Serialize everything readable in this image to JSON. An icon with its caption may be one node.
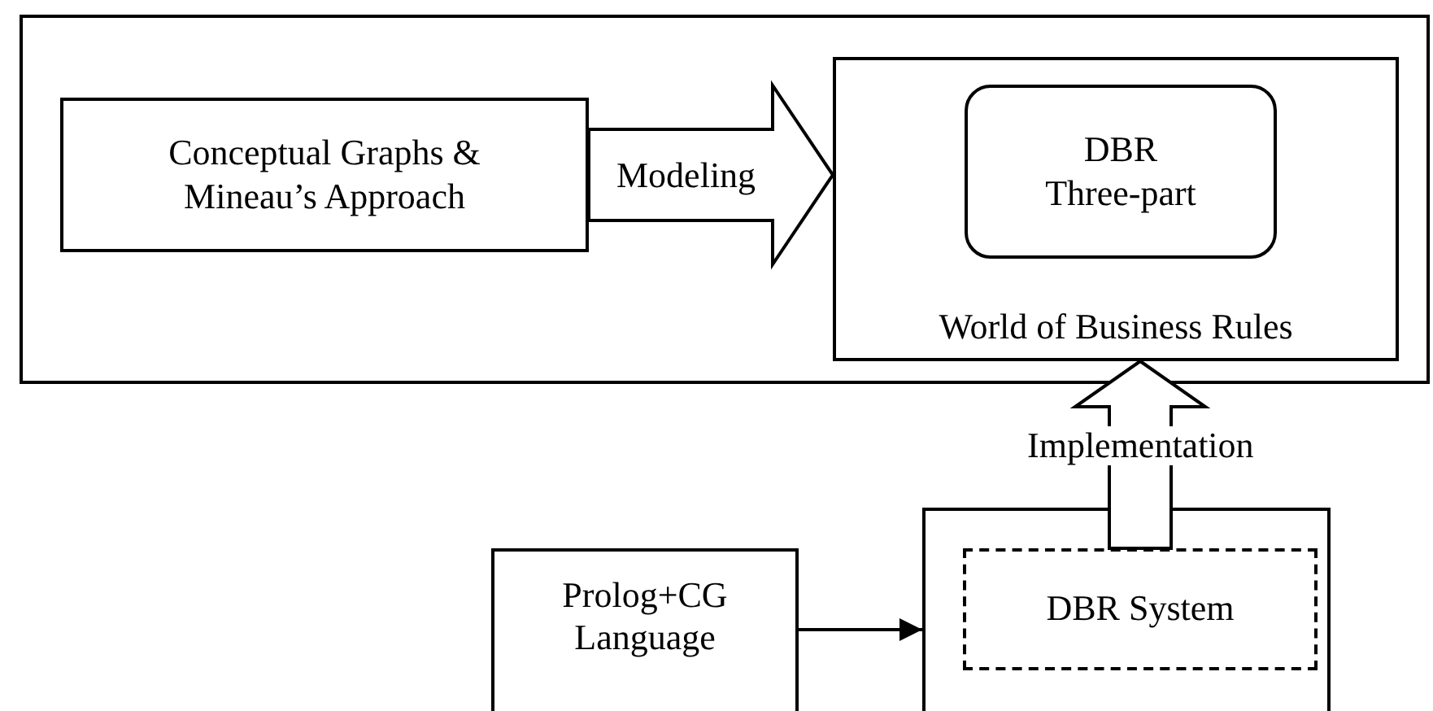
{
  "diagram": {
    "nodes": [
      {
        "text": [],
        "shape": "box"
      },
      {
        "text": [
          "Conceptual Graphs & Mineau’s Approach"
        ],
        "in": 0
      },
      {
        "text": [
          "World of Business Rules"
        ],
        "in": 0
      },
      {
        "text": [
          "DBR Three-part"
        ],
        "in": 2
      },
      {
        "text": [
          "Prolog+CG Language"
        ]
      },
      {
        "text": [],
        "shape": "box"
      },
      {
        "text": [
          "DBR System"
        ],
        "in": 5
      }
    ],
    "edges": [
      {
        "from": 1,
        "to": 2,
        "arrow": "to",
        "label": "Modeling",
        "style": "thick"
      },
      {
        "from": 6,
        "to": 2,
        "arrow": "to",
        "label": "Implementation",
        "style": "thick"
      },
      {
        "from": 4,
        "to": 5,
        "arrow": "to"
      }
    ]
  }
}
